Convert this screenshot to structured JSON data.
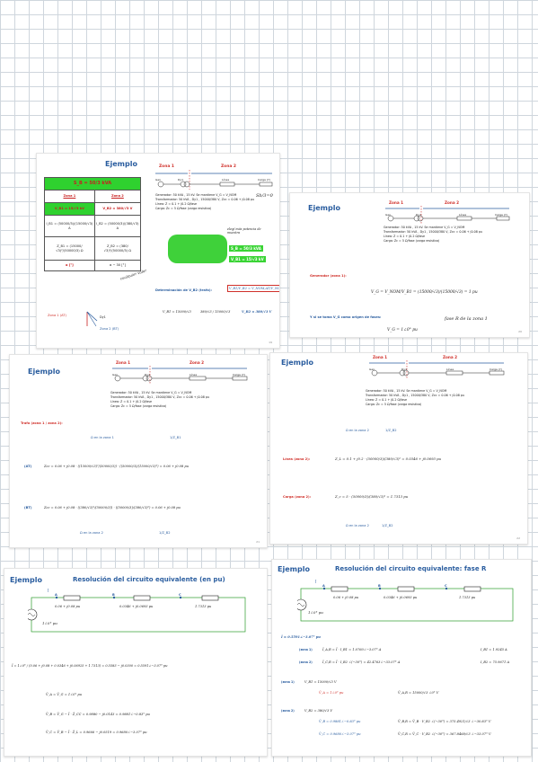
{
  "common": {
    "zone1": "Zona 1",
    "zone2": "Zona 2",
    "gen": "Gen",
    "dy1": "Dy1",
    "linea": "Línea",
    "carga": "Carga (Y)",
    "spec_gen": "Generador: 50 kVA , 15 kV. Se mantiene V_G = V_NOM",
    "spec_trafo": "Transformador: 50 kVA , Dy1 , 15000/380 V, Zcc = 0.06 + j0.08 pu",
    "spec_linea": "Línea: Z = 0.1 + j0.2 Ω/fase",
    "spec_carga": "Carga: Zc = 5 Ω/fase (carga resistiva)"
  },
  "slide1": {
    "title": "Ejemplo",
    "sb": "S_B = 50/3 kVA",
    "zona1": "Zona 1",
    "zona2": "Zona 2",
    "vb1": "V_B1 = 15/√3 kV",
    "vb2": "V_B2 = 380/√3 V",
    "ib1": "I_B1 = (50000/3)/(15000/√3) A",
    "ib2": "I_B2 = (50000/3)/(380/√3) A",
    "zb1": "Z_B1 = (15000/√3)²/(50000/3) Ω",
    "zb2": "Z_B2 = (380/√3)²/(50000/3) Ω",
    "ang1": "α [°]",
    "ang2": "α − 30 [°]",
    "zona1_at": "Zona 1 (AT)",
    "zona2_bt": "Zona 2 (BT)",
    "dy1": "Dy1",
    "det_vb2": "Determinación de V_B2 (trafo):",
    "ratio": "V_B1/V_B2 = V_NOM,AT/V_NOM,BT",
    "vb1_val": "V_B1 = 15000/√3",
    "vb2_frac": "380/√3 / 15000/√3",
    "vb2_res": "V_B2 = 380/√3 V",
    "hw_note1": "Sb/3=0",
    "hw_note2": "elegí más potencia de muestra",
    "hw_note3": "cualquier valor",
    "sticky1": "S_B = 50/3 kVA",
    "sticky2": "V_B1 = 15/√3 kV",
    "pageno": "19"
  },
  "slide2": {
    "title": "Ejemplo",
    "gen_zona1": "Generador (zona 1):",
    "vg_eq": "V_G = V_NOM/V_B1 = (15000/√3)/(15000/√3) = 1 pu",
    "ref_text": "Y si se toma V_G como origen de fases:",
    "vg_phasor": "V_G = 1∠0° pu",
    "hw_note": "fase R de la zona 1",
    "pageno": "20"
  },
  "slide3": {
    "title": "Ejemplo",
    "trafo": "Trafo (zona 1 / zona 2):",
    "ohm_z1": "Ω en la zona 1",
    "inv_zb1": "1/Z_B1",
    "at": "(AT)",
    "at_eq": "Zcc = 0.06 + j0.08 · ((15000/√3)²/(50000/3)) · ((50000/3)/(15000/√3)²) = 0.06 + j0.08 pu",
    "bt": "(BT)",
    "bt_eq": "Zcc = 0.06 + j0.08 · ((380/√3)²/(50000/3)) · ((50000/3)/(380/√3)²) = 0.06 + j0.08 pu",
    "ohm_z2": "Ω en la zona 2",
    "inv_zb2": "1/Z_B2",
    "pageno": "21"
  },
  "slide4": {
    "title": "Ejemplo",
    "ohm_z2_top": "Ω en la zona 2",
    "inv_zb2_top": "1/Z_B2",
    "linea_z2": "Línea (zona 2):",
    "linea_eq": "Z_L = 0.1 + j0.2 · (50000/3)/(380/√3)² = 0.0346 + j0.0693 pu",
    "carga_z2": "Carga (zona 2):",
    "carga_eq": "Z_c = 5 · (50000/3)/(380/√3)² = 1.7313 pu",
    "ohm_z2_bot": "Ω en la zona 2",
    "inv_zb2_bot": "1/Z_B2",
    "pageno": "22"
  },
  "slide5": {
    "title": "Ejemplo",
    "subtitle": "Resolución del circuito equivalente (en pu)",
    "zcc": "0.06 + j0.08 pu",
    "zl": "0.0346 + j0.0693 pu",
    "zc": "1.7313 pu",
    "src": "1∠0° pu",
    "i_eq": "Ī = 1∠0° / (0.06 + j0.08 + 0.0346 + j0.06925 + 1.7313) = 0.5583 − j0.0300 = 0.5591∠−3.07° pu",
    "va_eq": "V̄_A = V̄_G = 1∠0° pu",
    "vb_eq": "V̄_B = V̄_G − Ī · Z̄_CC = 0.9880 − j0.0143 = 0.9881∠−0.83° pu",
    "vc_eq": "V̄_C = V̄_B − Ī · Z̄_L = 0.9666 − j0.0519 = 0.9680∠−3.07° pu",
    "node_a": "A",
    "node_b": "B",
    "node_c": "C",
    "current": "Ī"
  },
  "slide6": {
    "title": "Ejemplo",
    "subtitle": "Resolución del circuito equivalente: fase R",
    "zcc": "0.06 + j0.08 pu",
    "zl": "0.0346 + j0.0693 pu",
    "zc": "1.7313 pu",
    "src": "1∠0° pu",
    "i_val": "Ī = 0.5591∠−3.07° pu",
    "z1_label": "(zona 1)",
    "z2_label": "(zona 2)",
    "iar_eq": "Ī_A,R = Ī · I_B1 = 1.0760∠−3.07° A",
    "ib1_val": "I_B1 = 1.9245 A",
    "icr_eq": "Ī_C,R = Ī · I_B2 ∠(−30°) = 42.4763∠−33.07° A",
    "ib2_val": "I_B2 = 75.9671 A",
    "vb1_line": "V_B1 = 15000/√3 V",
    "va_line": "V̄_A = 1∠0° pu",
    "var_line": "V̄_A,R = 15000/√3 ∠0° V",
    "vb2_line": "V_B2 = 380/√3 V",
    "vb_line": "V̄_B = 0.9881∠−0.83° pu",
    "vbr_line": "V̄_B,R = V̄_B · V_B2 ∠(−30°) = 375.4921/√3 ∠−30.83° V",
    "vc_line": "V̄_C = 0.9680∠−3.07° pu",
    "vcr_line": "V̄_C,R = V̄_C · V_B2 ∠(−30°) = 367.8468/√3 ∠−33.07° V",
    "node_a": "A",
    "node_b": "B",
    "node_c": "C",
    "current": "Ī"
  }
}
